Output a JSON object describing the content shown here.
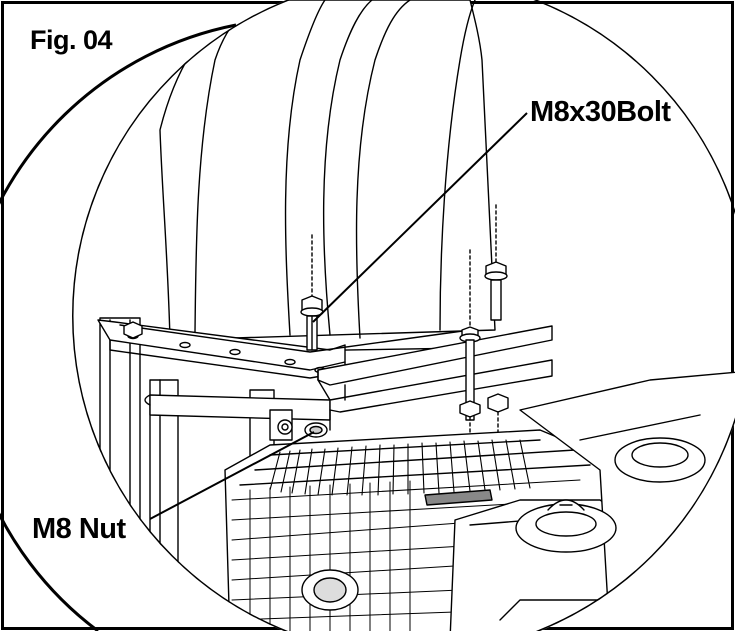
{
  "figure": {
    "title": "Fig. 04"
  },
  "callouts": {
    "bolt": "M8x30Bolt",
    "nut": "M8 Nut"
  },
  "colors": {
    "line": "#000000",
    "background": "#ffffff",
    "shade": "#d9d9d9"
  }
}
